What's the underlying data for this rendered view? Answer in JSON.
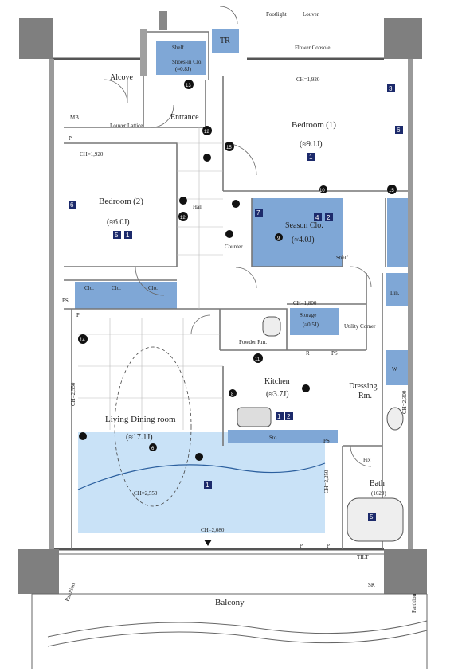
{
  "rooms": {
    "alcove": "Alcove",
    "mb": "MB",
    "entrance": "Entrance",
    "louver_lattice": "Louver Lattice",
    "bedroom1": "Bedroom (1)",
    "bedroom1_size": "(≈9.1J)",
    "bedroom2": "Bedroom (2)",
    "bedroom2_size": "(≈6.0J)",
    "hall": "Hall",
    "season_clo": "Season Clo.",
    "season_clo_size": "(≈4.0J)",
    "counter": "Counter",
    "shelf": "Shelf",
    "shoes_in_clo": "Shoes-in Clo.",
    "shoes_in_clo_size": "(≈0.8J)",
    "tr": "TR",
    "footlight": "Footlight",
    "louver": "Louver",
    "flower_console": "Flower Console",
    "clo": "Clo.",
    "ps": "PS",
    "powder_rm": "Powder Rm.",
    "storage": "Storage",
    "storage_size": "(≈0.5J)",
    "utility_corner": "Utility Corner",
    "lin": "Lin.",
    "w": "W",
    "r": "R",
    "kitchen": "Kitchen",
    "kitchen_size": "(≈3.7J)",
    "dressing": "Dressing",
    "dressing2": "Rm.",
    "living": "Living Dining room",
    "living_size": "(≈17.1J)",
    "bath": "Bath",
    "bath_size": "(1620)",
    "balcony": "Balcony",
    "partition": "Partition",
    "sk": "SK",
    "tilt": "TILT",
    "fix": "Fix",
    "p": "P",
    "sto": "Sto"
  },
  "ceiling_heights": {
    "ch1920_a": "CH=1,920",
    "ch1920_b": "CH=1,920",
    "ch1800": "CH=1,800",
    "ch2550_a": "CH=2,550",
    "ch2550_b": "CH=2,550",
    "ch2250": "CH=2,250",
    "ch2080": "CH=2,080",
    "ch2300": "CH=2,300"
  },
  "markers": {
    "n1": "1",
    "n2": "2",
    "n3": "3",
    "n4": "4",
    "n5": "5",
    "n6": "6",
    "n7": "7",
    "n8": "8",
    "n9": "9",
    "n10": "10",
    "n11": "11",
    "n12": "12",
    "n13": "13",
    "n14": "14",
    "n15": "15"
  },
  "colors": {
    "wall": "#8a8a8a",
    "pillar": "#7f7f7f",
    "storage_fill": "#7fa7d6",
    "living_fill": "#c9e2f7",
    "marker_navy": "#1c2a6b"
  }
}
